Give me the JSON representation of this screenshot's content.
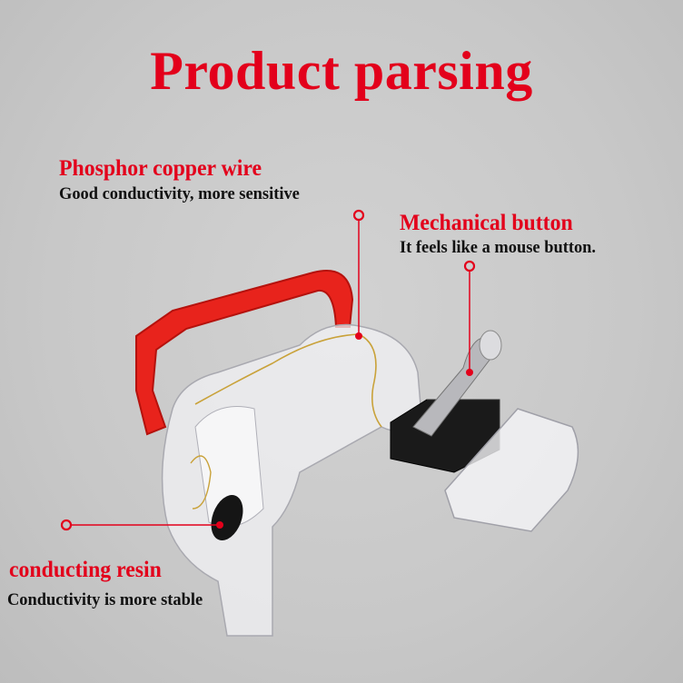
{
  "title": "Product parsing",
  "callouts": [
    {
      "heading": "Phosphor copper wire",
      "description": "Good conductivity, more sensitive"
    },
    {
      "heading": "Mechanical button",
      "description": "It feels like a mouse button."
    },
    {
      "heading": "conducting resin",
      "description": "Conductivity is more stable"
    }
  ],
  "colors": {
    "accent": "#e3001b",
    "background": "#c9c9c9",
    "text": "#111111"
  }
}
